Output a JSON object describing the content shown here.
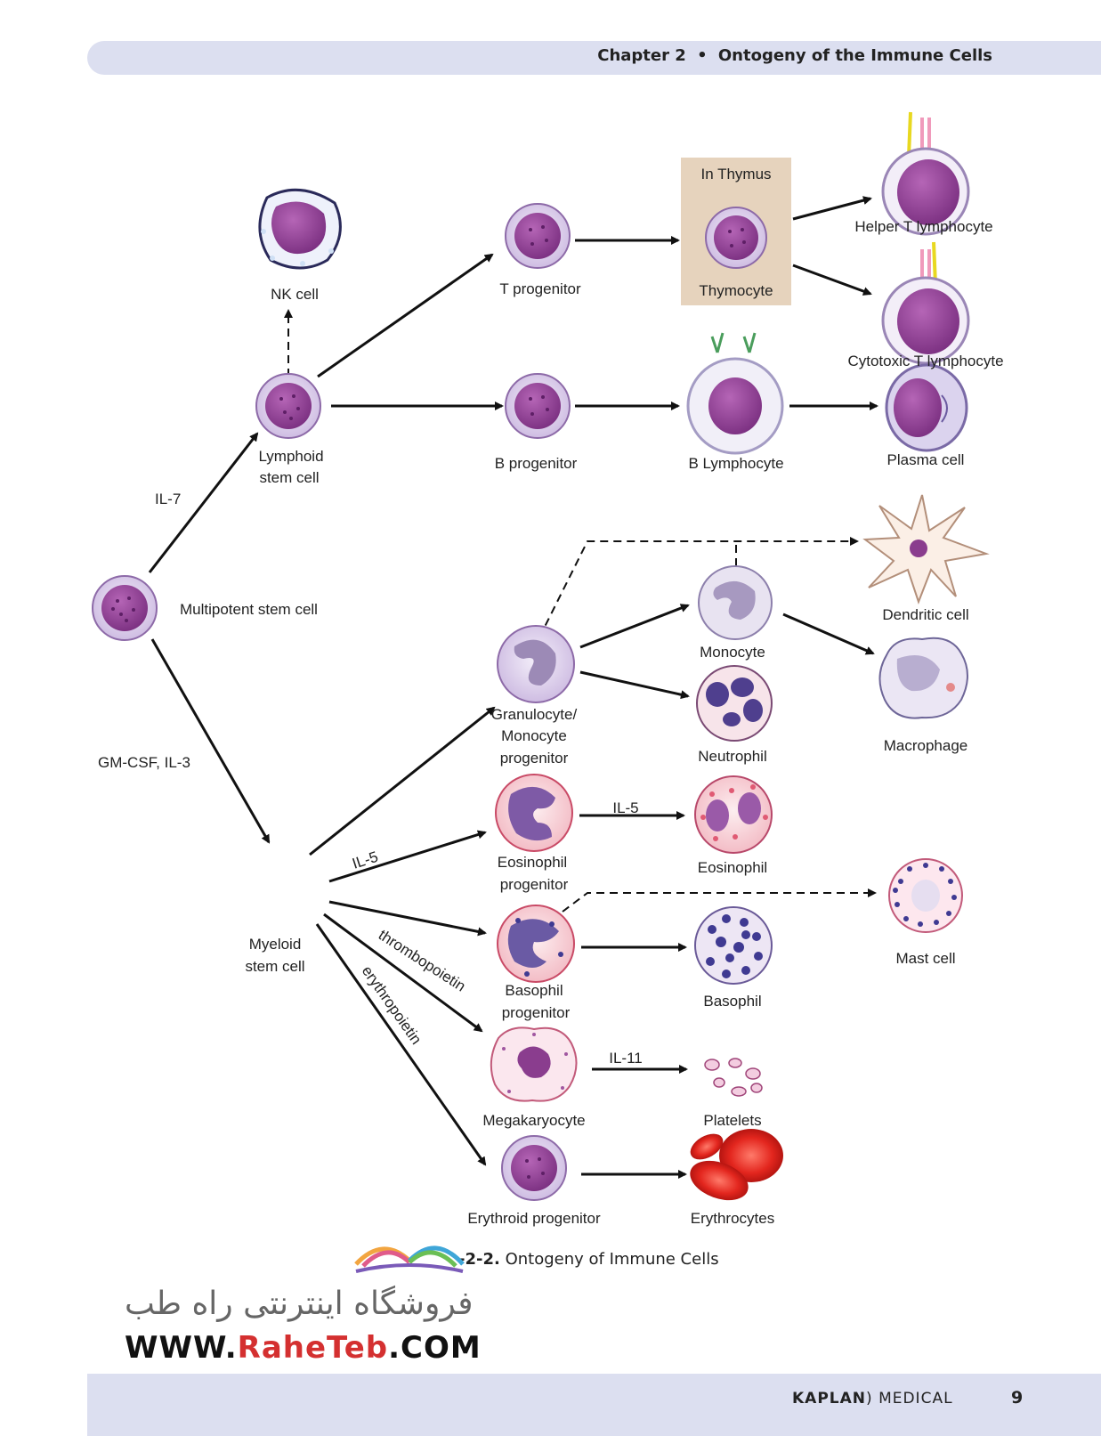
{
  "header": {
    "chapter": "Chapter 2",
    "separator": "•",
    "title": "Ontogeny of the Immune Cells"
  },
  "diagram": {
    "thymus_box_title": "In Thymus",
    "cells": {
      "multipotent": "Multipotent stem cell",
      "lymphoid_1": "Lymphoid",
      "lymphoid_2": "stem cell",
      "nk": "NK cell",
      "t_prog": "T progenitor",
      "thymocyte": "Thymocyte",
      "helper_t": "Helper T lymphocyte",
      "cytotoxic_t": "Cytotoxic T lymphocyte",
      "b_prog": "B progenitor",
      "b_lymph": "B Lymphocyte",
      "plasma": "Plasma cell",
      "dendritic": "Dendritic cell",
      "monocyte": "Monocyte",
      "macrophage": "Macrophage",
      "gm_1": "Granulocyte/",
      "gm_2": "Monocyte",
      "gm_3": "progenitor",
      "neutrophil": "Neutrophil",
      "eos_prog_1": "Eosinophil",
      "eos_prog_2": "progenitor",
      "eosinophil": "Eosinophil",
      "myeloid_1": "Myeloid",
      "myeloid_2": "stem cell",
      "mast": "Mast cell",
      "baso_prog_1": "Basophil",
      "baso_prog_2": "progenitor",
      "basophil": "Basophil",
      "megakaryocyte": "Megakaryocyte",
      "platelets": "Platelets",
      "erythroid_prog": "Erythroid progenitor",
      "erythrocytes": "Erythrocytes"
    },
    "factors": {
      "il7": "IL-7",
      "gmcsf": "GM-CSF, IL-3",
      "il5_a": "IL-5",
      "il5_b": "IL-5",
      "thrombopoietin": "thrombopoietin",
      "erythropoietin": "erythropoietin",
      "il11": "IL-11"
    }
  },
  "caption": {
    "number": "-2-2.",
    "text": "Ontogeny of Immune Cells"
  },
  "watermark": {
    "persian": "فروشگاه اینترنتی راه طب",
    "url_prefix": "WWW.",
    "url_brand": "RaheTeb",
    "url_suffix": ".COM"
  },
  "footer": {
    "brand_bold": "KAPLAN",
    "brand_paren": ")",
    "brand_rest": "MEDICAL",
    "page": "9"
  },
  "colors": {
    "band": "#dcdff0",
    "cell_nucleus": "#8a3d8e",
    "cell_ring": "#c9b6dc",
    "thymus_bg": "#e6d3bd",
    "rbc": "#d6201e",
    "granule_red": "#e05a73"
  }
}
